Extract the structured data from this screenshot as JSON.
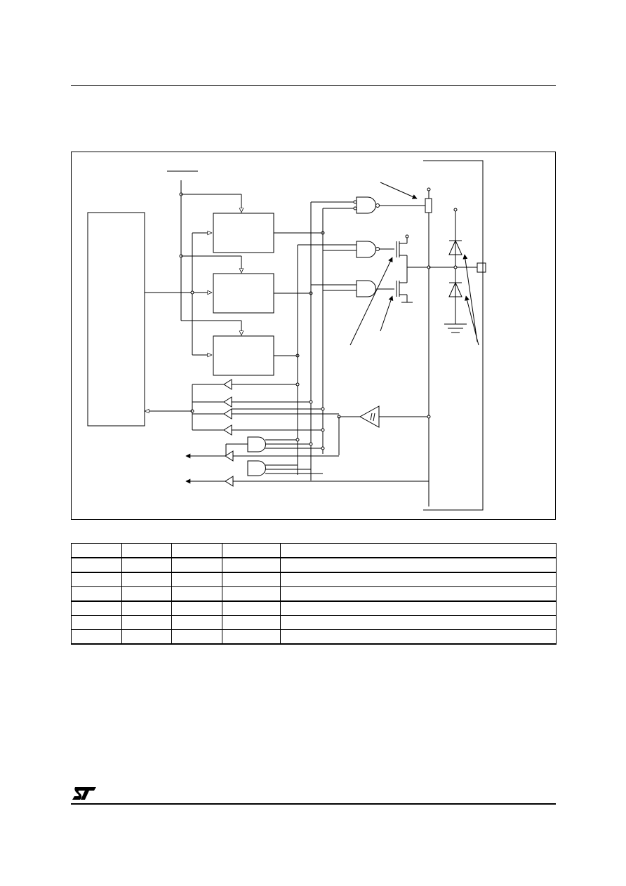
{
  "page": {
    "background": "#ffffff",
    "ink": "#000000"
  },
  "figure": {
    "type": "I/O port block diagram (labels not rendered)",
    "blocks": [
      "control-logic-block",
      "latch-1",
      "latch-2",
      "latch-3"
    ],
    "pin": "pad"
  },
  "table": {
    "rows": 7,
    "columns": 5,
    "cells": []
  },
  "footer": {
    "logo": "st-logo"
  }
}
